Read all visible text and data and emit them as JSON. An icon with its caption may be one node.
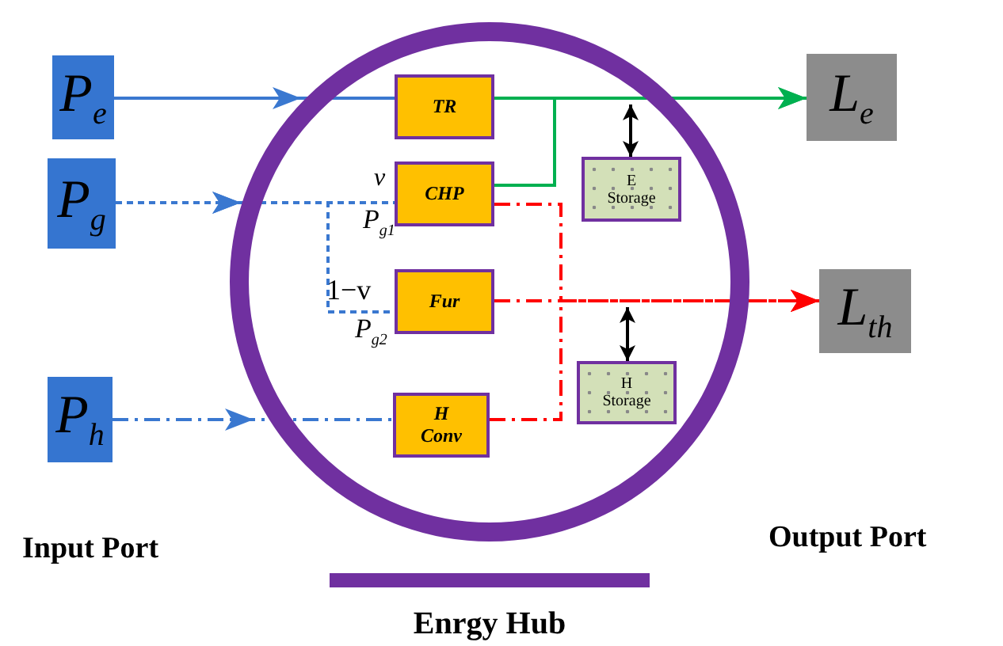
{
  "diagram": {
    "nodes": [
      {
        "text": [
          "P$_{e}$"
        ]
      },
      {
        "text": [
          "P$_{g}$"
        ]
      },
      {
        "text": [
          "P$_{h}$"
        ]
      },
      {
        "text": [
          "Enrgy Hub"
        ]
      },
      {
        "text": [
          "TR"
        ],
        "in": 3
      },
      {
        "text": [
          "CHP"
        ],
        "in": 3
      },
      {
        "text": [
          "Fur"
        ],
        "in": 3
      },
      {
        "text": [
          "H Conv"
        ],
        "in": 3
      },
      {
        "text": [
          "E Storage"
        ],
        "in": 3
      },
      {
        "text": [
          "H Storage"
        ],
        "in": 3
      },
      {
        "text": [
          "L$_{e}$"
        ]
      },
      {
        "text": [
          "L$_{th}$"
        ]
      }
    ],
    "edges": [
      {
        "from": 0,
        "to": 4,
        "arrow": "to",
        "color": "#3a78d0"
      },
      {
        "from": 1,
        "to": 5,
        "arrow": "to",
        "style": "dashed",
        "color": "#3a78d0"
      },
      {
        "from": 1,
        "to": 6,
        "arrow": "to",
        "style": "dashed",
        "color": "#3a78d0"
      },
      {
        "from": 4,
        "to": 10,
        "arrow": "to",
        "color": "#00b050"
      },
      {
        "from": 5,
        "to": 10,
        "arrow": "to",
        "color": "#00b050"
      },
      {
        "from": 5,
        "to": 11,
        "arrow": "to",
        "style": "dashed",
        "color": "#ff0000"
      },
      {
        "from": 6,
        "to": 11,
        "arrow": "to",
        "style": "dashed",
        "color": "#ff0000"
      },
      {
        "from": 7,
        "to": 11,
        "arrow": "to",
        "style": "dashed",
        "color": "#ff0000"
      },
      {
        "from": 2,
        "to": 7,
        "arrow": "to",
        "style": "dashed",
        "color": "#3a78d0"
      },
      {
        "from": 8,
        "to": null,
        "arrow": "both",
        "color": "#000000"
      },
      {
        "from": 9,
        "to": null,
        "arrow": "both",
        "color": "#000000"
      }
    ],
    "labels": [
      "v",
      "P$_{g1}$",
      "1−v",
      "P$_{g2}$",
      "Input Port",
      "Output Port"
    ]
  }
}
